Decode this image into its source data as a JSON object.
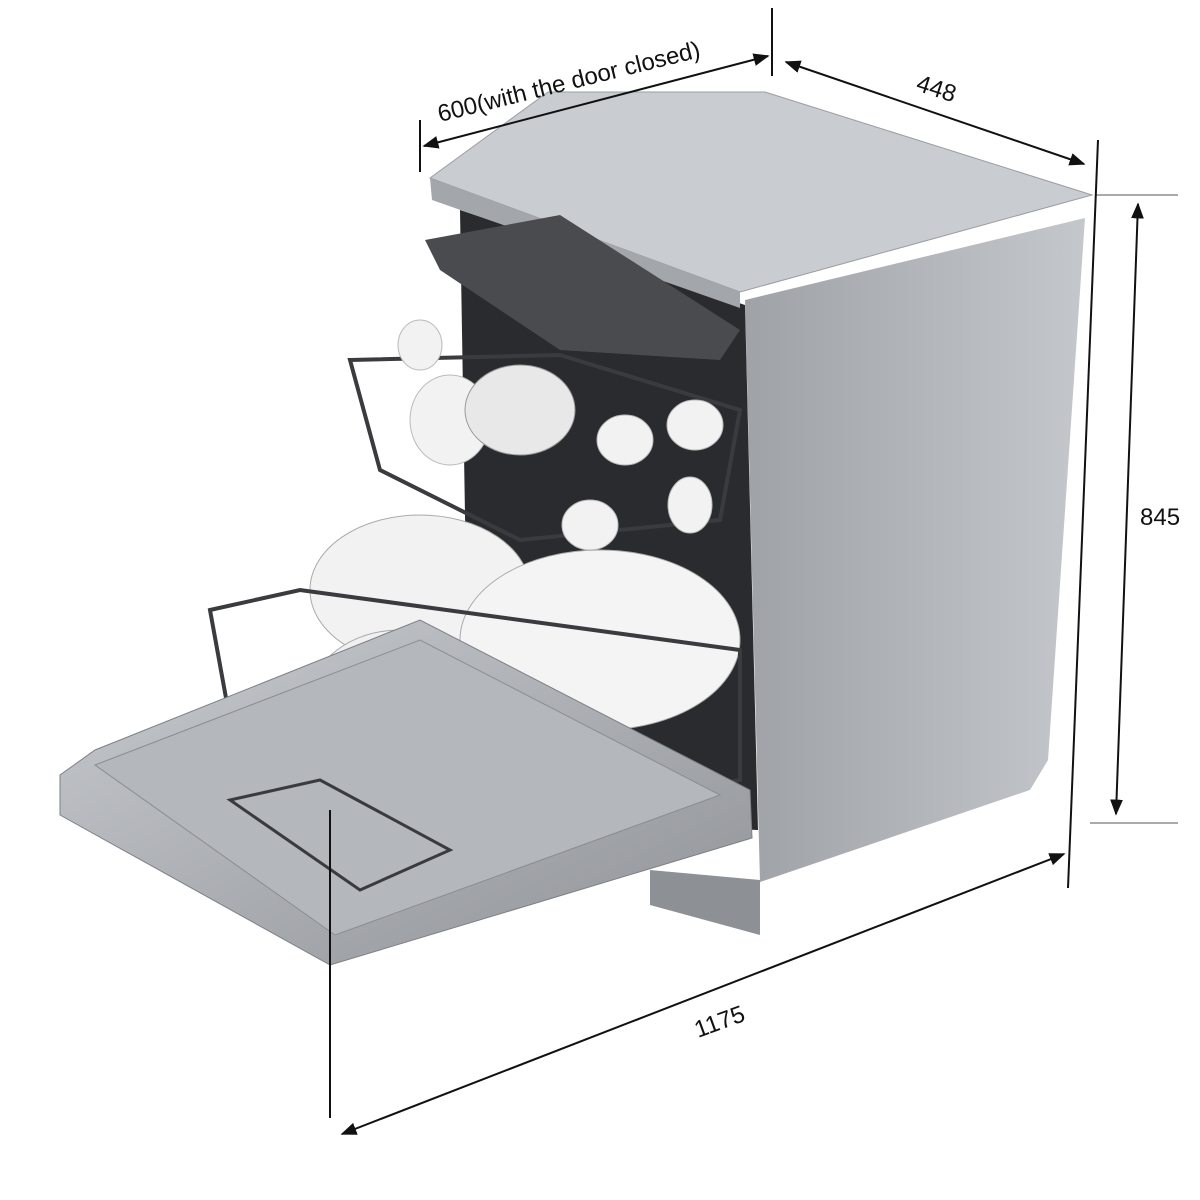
{
  "dimensions": {
    "width_label": "600(with the door closed)",
    "depth_label": "448",
    "height_label": "845",
    "open_depth_label": "1175"
  },
  "colors": {
    "body": "#b9bcc0",
    "body_side": "#a9acb1",
    "top": "#c9ccd0",
    "cavity": "#2a2b2e",
    "rack": "#3a3b3e",
    "dishes": "#f2f2f2",
    "door": "#9ea1a6",
    "dimension_line": "#111111"
  }
}
